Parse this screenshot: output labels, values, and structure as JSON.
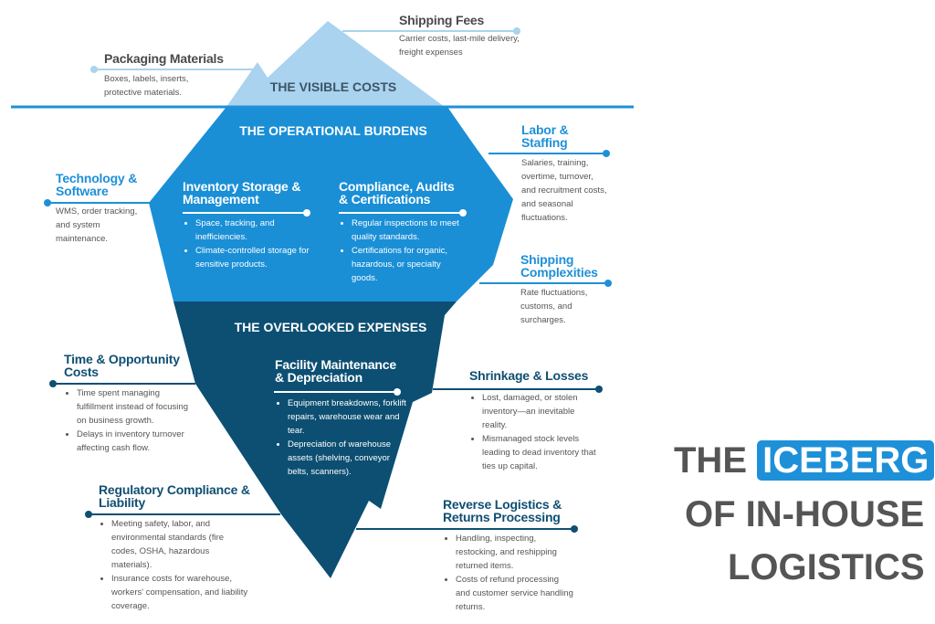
{
  "sections": {
    "visible": "THE VISIBLE COSTS",
    "operational": "THE OPERATIONAL BURDENS",
    "overlooked": "THE OVERLOOKED EXPENSES"
  },
  "items": {
    "shipping_fees": {
      "title": "Shipping Fees",
      "text": "Carrier costs, last-mile delivery, freight expenses"
    },
    "packaging": {
      "title": "Packaging Materials",
      "text": "Boxes, labels, inserts, protective materials."
    },
    "labor": {
      "title": "Labor & Staffing",
      "text": "Salaries, training, overtime, turnover, and recruitment costs, and seasonal fluctuations."
    },
    "technology": {
      "title": "Technology & Software",
      "text": "WMS, order tracking, and system maintenance."
    },
    "inventory": {
      "title": "Inventory Storage & Management",
      "bullets": [
        "Space, tracking, and inefficiencies.",
        "Climate-controlled storage for sensitive products."
      ]
    },
    "compliance": {
      "title": "Compliance, Audits & Certifications",
      "bullets": [
        "Regular inspections to meet quality standards.",
        "Certifications for organic, hazardous, or specialty goods."
      ]
    },
    "shipping_complex": {
      "title": "Shipping Complexities",
      "text": "Rate fluctuations, customs, and surcharges."
    },
    "time": {
      "title": "Time & Opportunity Costs",
      "bullets": [
        "Time spent managing fulfillment instead of focusing on business growth.",
        "Delays in inventory turnover affecting cash flow."
      ]
    },
    "facility": {
      "title": "Facility Maintenance & Depreciation",
      "bullets": [
        "Equipment breakdowns, forklift repairs, warehouse wear and tear.",
        "Depreciation of warehouse assets (shelving, conveyor belts, scanners)."
      ]
    },
    "shrinkage": {
      "title": "Shrinkage & Losses",
      "bullets": [
        "Lost, damaged, or stolen inventory—an inevitable reality.",
        "Mismanaged stock levels leading to dead inventory that ties up capital."
      ]
    },
    "regulatory": {
      "title": "Regulatory Compliance & Liability",
      "bullets": [
        "Meeting safety, labor, and environmental standards (fire codes, OSHA, hazardous materials).",
        "Insurance costs for warehouse, workers' compensation, and liability coverage."
      ]
    },
    "reverse": {
      "title": "Reverse Logistics & Returns Processing",
      "bullets": [
        "Handling, inspecting, restocking, and reshipping returned items.",
        "Costs of refund processing and customer service handling returns."
      ]
    }
  },
  "headline": {
    "the": "THE",
    "iceberg": "ICEBERG",
    "line2": "OF IN-HOUSE",
    "line3": "LOGISTICS"
  },
  "colors": {
    "light": "#a9d3ef",
    "mid": "#1a8fd6",
    "dark": "#0c4f72"
  }
}
